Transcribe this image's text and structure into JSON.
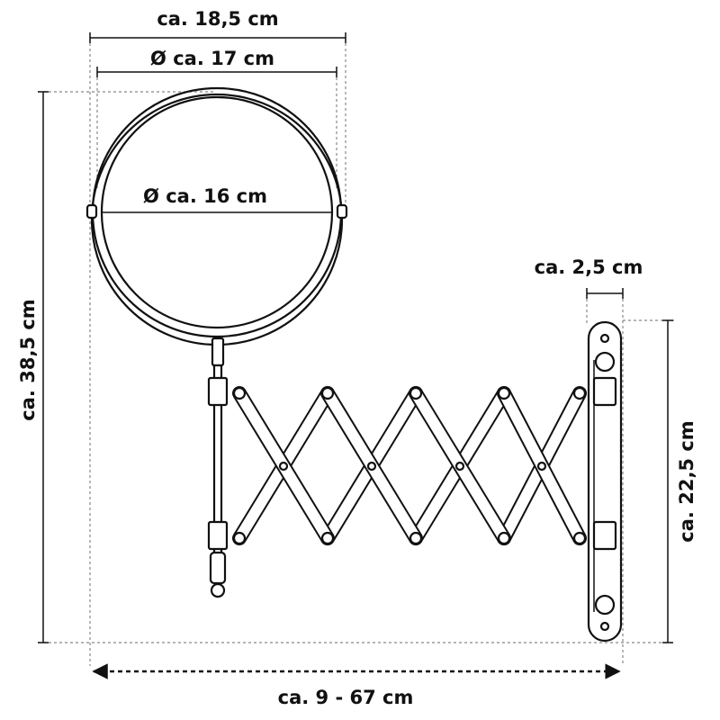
{
  "dimensions": {
    "overall_width": "ca. 18,5 cm",
    "frame_diameter": "Ø ca. 17 cm",
    "mirror_diameter": "Ø ca. 16 cm",
    "total_height": "ca. 38,5 cm",
    "plate_width": "ca. 2,5 cm",
    "plate_height": "ca. 22,5 cm",
    "extension": "ca. 9 - 67 cm"
  }
}
